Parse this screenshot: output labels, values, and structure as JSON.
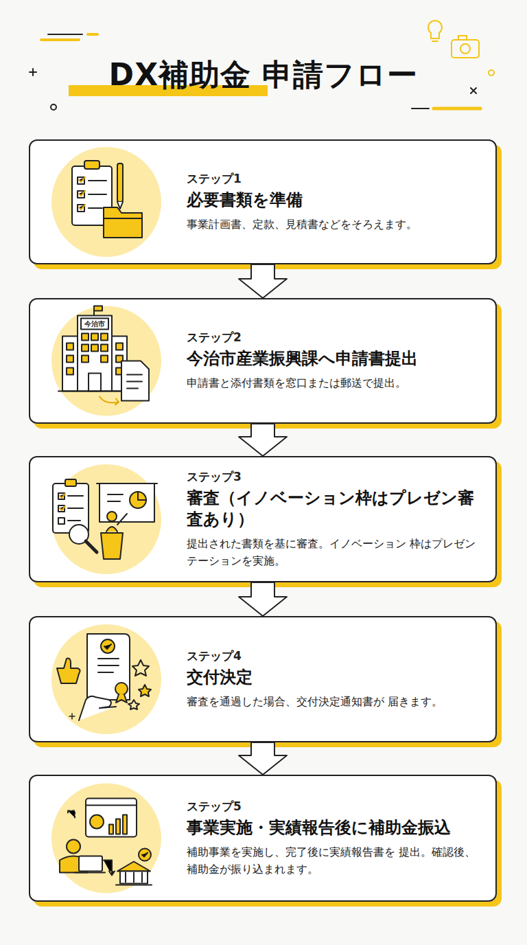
{
  "diagram": {
    "title": "DX補助金 申請フロー",
    "nodes": [
      {
        "text": [
          "ステップ1",
          "必要書類を準備",
          "事業計画書、定款、見積書などをそろえます。"
        ]
      },
      {
        "text": [
          "ステップ2",
          "今治市産業振興課へ申請書提出",
          "申請書と添付書類を窓口または郵送で提出。"
        ]
      },
      {
        "text": [
          "ステップ3",
          "審査（イノベーション枠はプレゼン審査あり）",
          "提出された書類を基に審査。イノベーション 枠はプレゼンテーションを実施。"
        ]
      },
      {
        "text": [
          "ステップ4",
          "交付決定",
          "審査を通過した場合、交付決定通知書が 届きます。"
        ]
      },
      {
        "text": [
          "ステップ5",
          "事業実施・実績報告後に補助金振込",
          "補助事業を実施し、完了後に実績報告書を 提出。確認後、補助金が振り込まれます。"
        ]
      }
    ],
    "edges": [
      {
        "from": 0,
        "to": 1,
        "arrow": "to"
      },
      {
        "from": 1,
        "to": 2,
        "arrow": "to"
      },
      {
        "from": 2,
        "to": 3,
        "arrow": "to"
      },
      {
        "from": 3,
        "to": 4,
        "arrow": "to"
      }
    ],
    "labels": [
      "今治市"
    ]
  }
}
